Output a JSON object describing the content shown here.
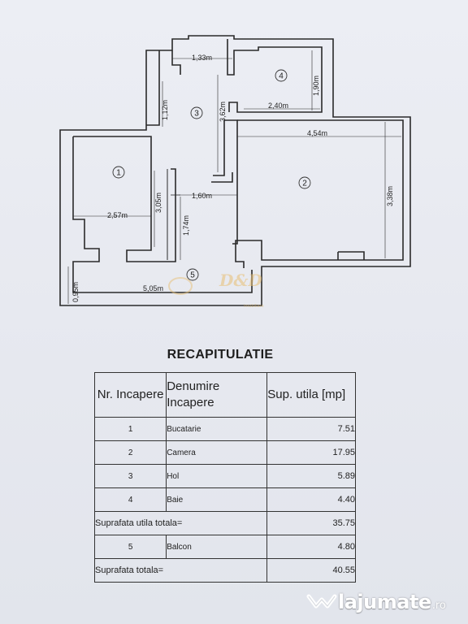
{
  "plan": {
    "dimensions": {
      "d_133": "1,33m",
      "d_190": "1,90m",
      "d_112": "1,12m",
      "d_362": "3,62m",
      "d_240": "2,40m",
      "d_454": "4,54m",
      "d_305": "3,05m",
      "d_338": "3,38m",
      "d_160": "1,60m",
      "d_257": "2,57m",
      "d_174": "1,74m",
      "d_095": "0,95m",
      "d_505": "5,05m"
    },
    "rooms": [
      "1",
      "2",
      "3",
      "4",
      "5"
    ],
    "watermark": "D&D",
    "watermark_sub": "imobiliare"
  },
  "recap": {
    "title": "RECAPITULATIE",
    "headers": {
      "nr": "Nr. Incapere",
      "name": "Denumire Incapere",
      "area": "Sup. utila [mp]"
    },
    "rows": [
      {
        "nr": "1",
        "name": "Bucatarie",
        "area": "7.51"
      },
      {
        "nr": "2",
        "name": "Camera",
        "area": "17.95"
      },
      {
        "nr": "3",
        "name": "Hol",
        "area": "5.89"
      },
      {
        "nr": "4",
        "name": "Baie",
        "area": "4.40"
      }
    ],
    "subtotal": {
      "label": "Suprafata utila totala=",
      "area": "35.75"
    },
    "balcony": {
      "nr": "5",
      "name": "Balcon",
      "area": "4.80"
    },
    "total": {
      "label": "Suprafata totala=",
      "area": "40.55"
    }
  },
  "brand": {
    "name": "lajumate",
    "tld": ".ro"
  }
}
